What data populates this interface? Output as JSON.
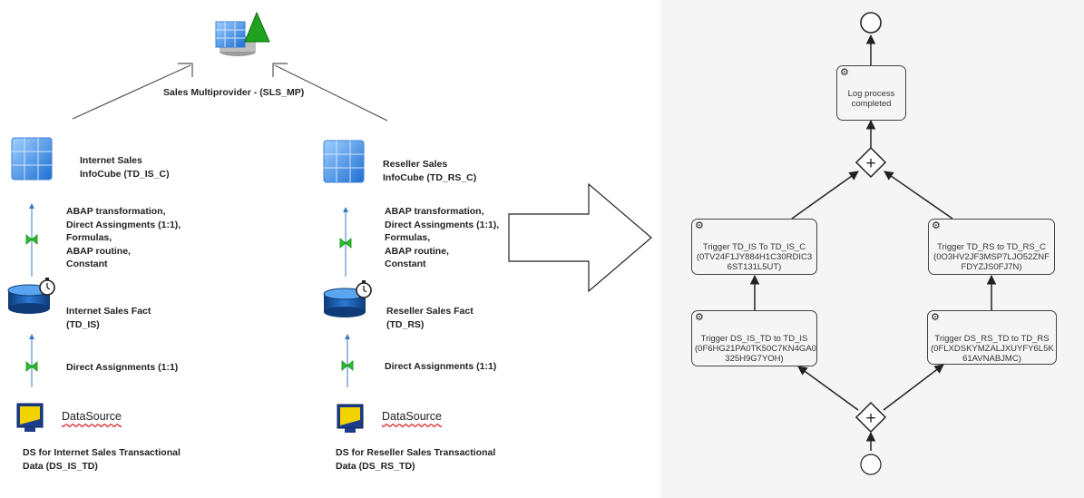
{
  "left_model": {
    "multiprovider_label": "Sales Multiprovider - (SLS_MP)",
    "internet": {
      "infocube_label": "Internet Sales\nInfoCube (TD_IS_C)",
      "transformation_label": "ABAP transformation,\nDirect Assingments (1:1),\nFormulas,\nABAP routine,\nConstant",
      "fact_label": "Internet Sales Fact\n(TD_IS)",
      "direct_label": "Direct Assignments (1:1)",
      "datasource_label": "DataSource",
      "ds_label": "DS for Internet Sales Transactional\nData (DS_IS_TD)"
    },
    "reseller": {
      "infocube_label": "Reseller Sales\nInfoCube (TD_RS_C)",
      "transformation_label": "ABAP transformation,\nDirect Assingments (1:1),\nFormulas,\nABAP routine,\nConstant",
      "fact_label": "Reseller Sales Fact\n(TD_RS)",
      "direct_label": "Direct Assignments (1:1)",
      "datasource_label": "DataSource",
      "ds_label": "DS for Reseller Sales Transactional\nData (DS_RS_TD)"
    }
  },
  "process": {
    "log_task": "Log process\ncompleted",
    "task_is_c": "Trigger TD_IS To TD_IS_C\n(0TV24F1JY884H1C30RDIC3\n6ST131L5UT)",
    "task_rs_c": "Trigger TD_RS to TD_RS_C\n(0O3HV2JF3MSP7LJO52ZNF\nFDYZJS0FJ7N)",
    "task_ds_is": "Trigger DS_IS_TD to TD_IS\n(0F6HG21PA0TK50C7KN4GA0\n325H9G7YOH)",
    "task_ds_rs": "Trigger DS_RS_TD to TD_RS\n(0FLXDSKYMZALJXUYFY6L5K\n61AVNABJMC)",
    "gateway_symbol": "+",
    "task_icon": "gear-icon"
  }
}
